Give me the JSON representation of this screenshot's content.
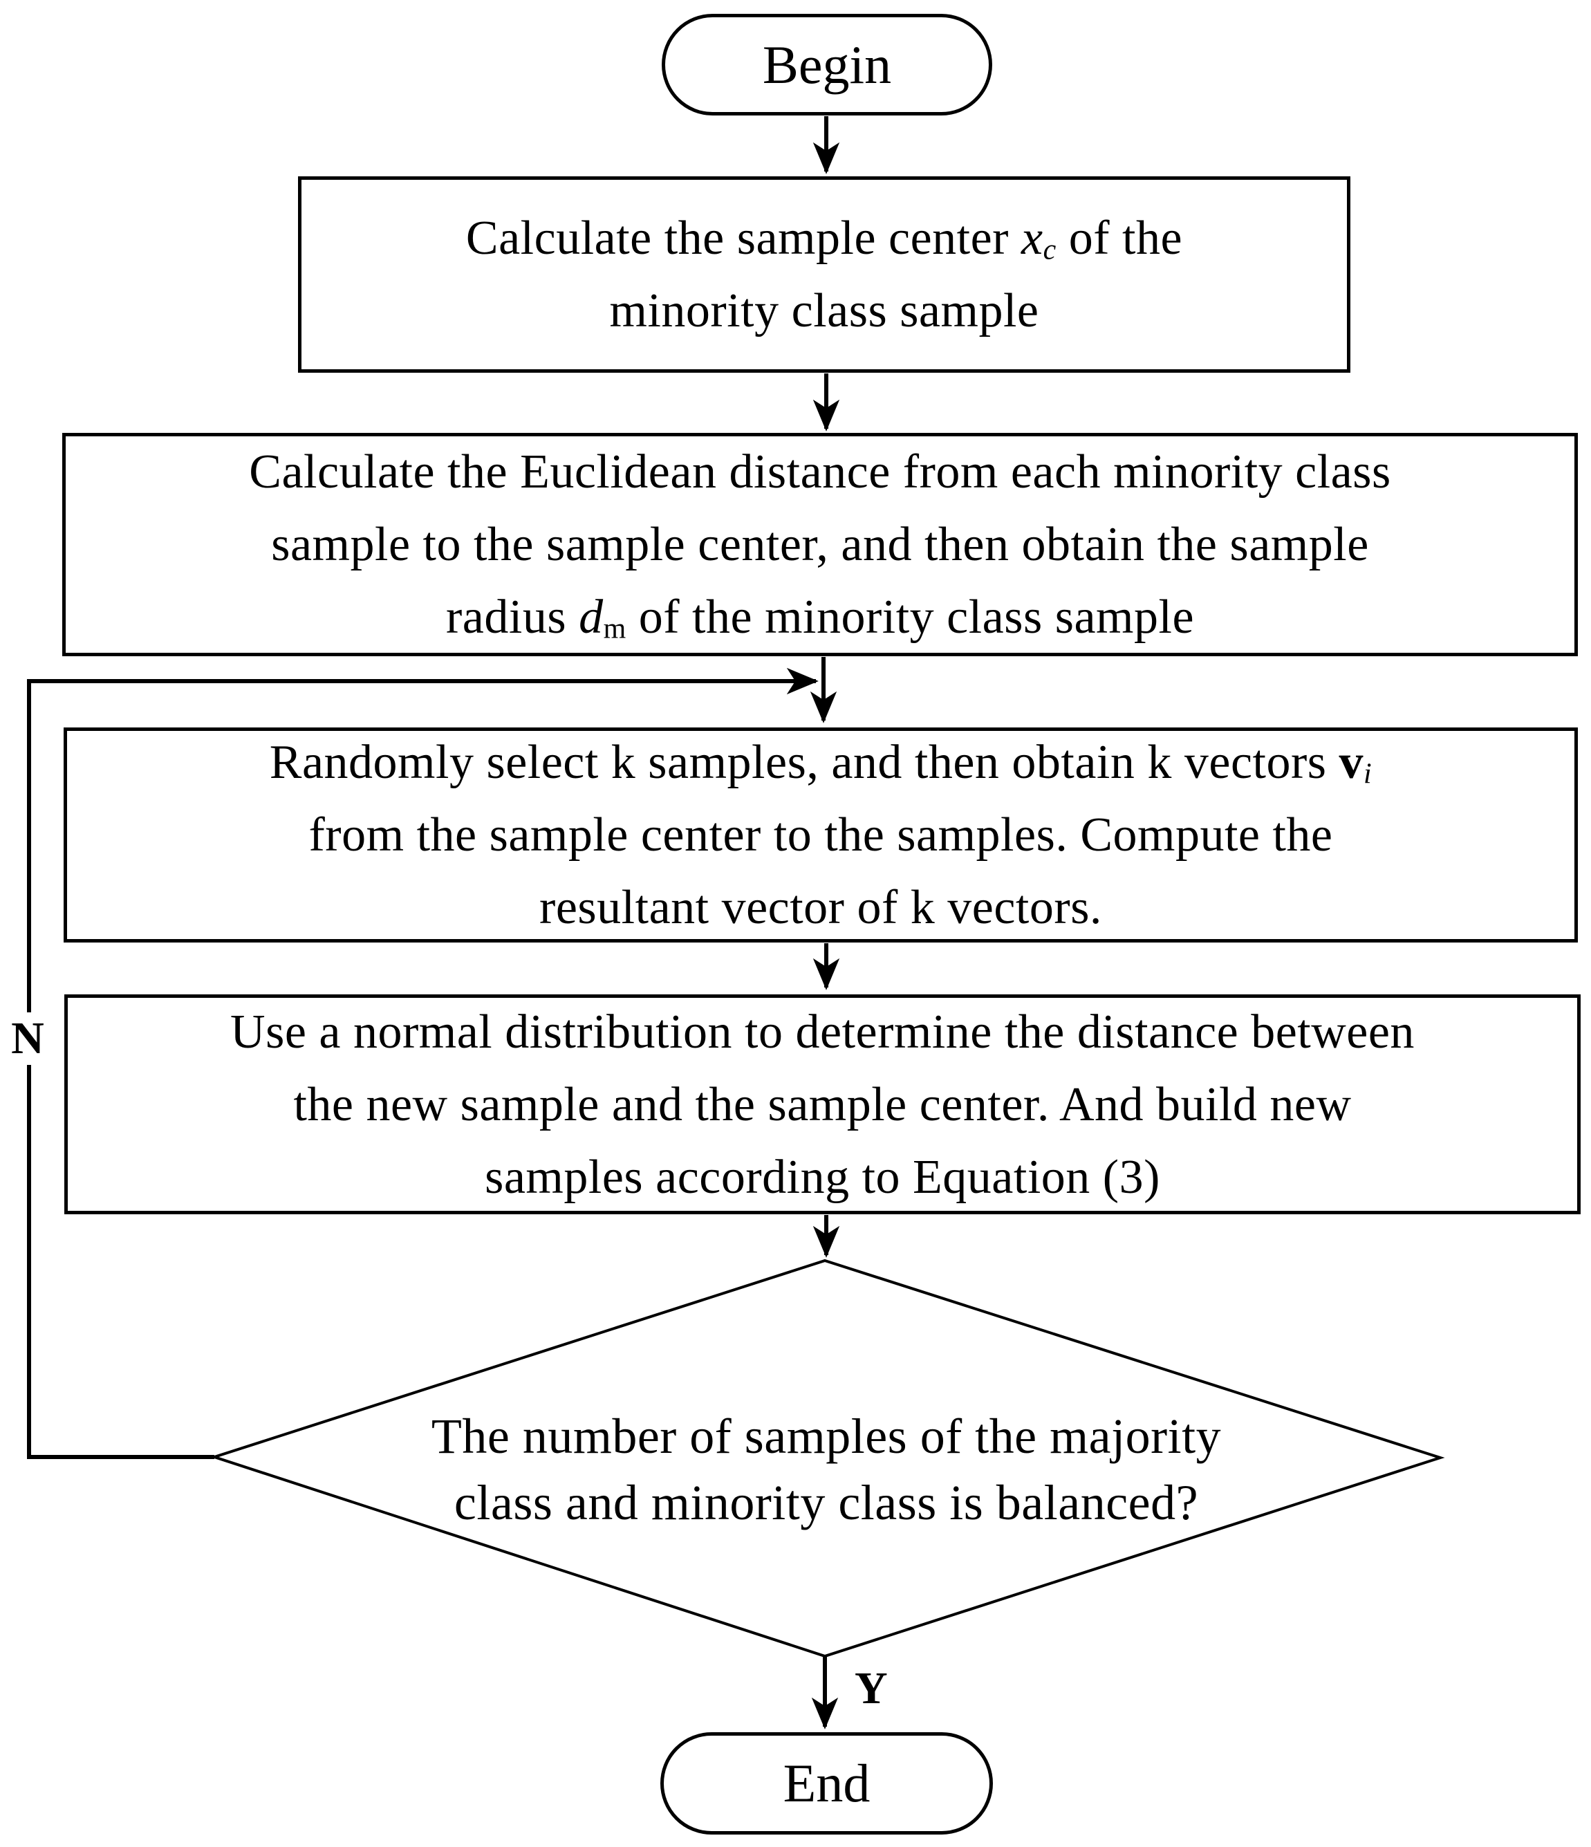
{
  "colors": {
    "stroke": "#000000",
    "background": "#ffffff"
  },
  "nodes": {
    "begin": {
      "label": "Begin"
    },
    "box1": {
      "line1_pre": "Calculate the sample center ",
      "var": "x",
      "var_sub": "c",
      "line1_post": " of the",
      "line2": "minority class sample"
    },
    "box2": {
      "line1": "Calculate the Euclidean distance from each minority class",
      "line2": "sample to the sample center, and then obtain the sample",
      "line3_pre": "radius ",
      "var": "d",
      "var_sub": "m",
      "line3_post": " of the minority class sample"
    },
    "box3": {
      "line1_pre": "Randomly select k samples, and then obtain k  vectors ",
      "var": "v",
      "var_sub": "i",
      "line2": "from the sample center to the samples. Compute the",
      "line3": "resultant vector of k vectors."
    },
    "box4": {
      "line1": "Use a normal distribution to determine the distance between",
      "line2": "the new sample and the sample center. And build new",
      "line3": "samples according to Equation (3)"
    },
    "decision": {
      "line1": "The number of samples of the majority",
      "line2": "class and minority class is balanced?"
    },
    "end": {
      "label": "End"
    }
  },
  "edges": {
    "no_label": "N",
    "yes_label": "Y"
  }
}
